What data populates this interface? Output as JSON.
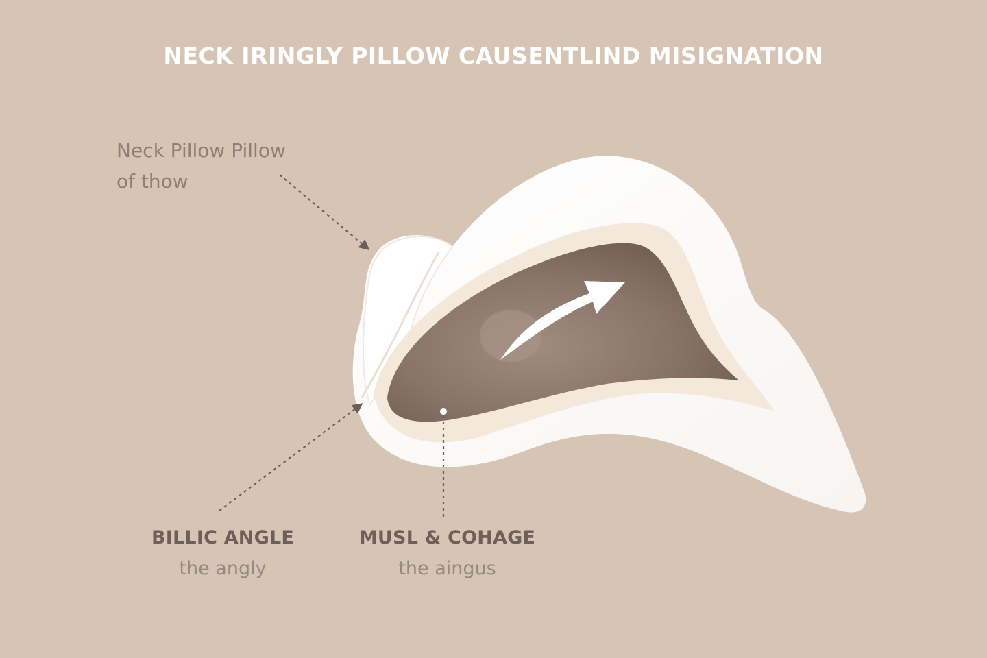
{
  "title": "NECK IRINGLY PILLOW CAUSENTLIND MISIGNATION",
  "callouts": {
    "top_line1": "Neck Pillow Pillow",
    "top_line2": "of thow"
  },
  "labels": [
    {
      "heading": "BILLIC ANGLE",
      "sub": "the angly"
    },
    {
      "heading": "MUSL & COHAGE",
      "sub": "the aingus"
    }
  ],
  "colors": {
    "background": "#d6c4b4",
    "pillow": "#ffffff",
    "inner_rim": "#f3e8da",
    "cavity": "#7f6a5f",
    "leader": "#6b5e58"
  }
}
